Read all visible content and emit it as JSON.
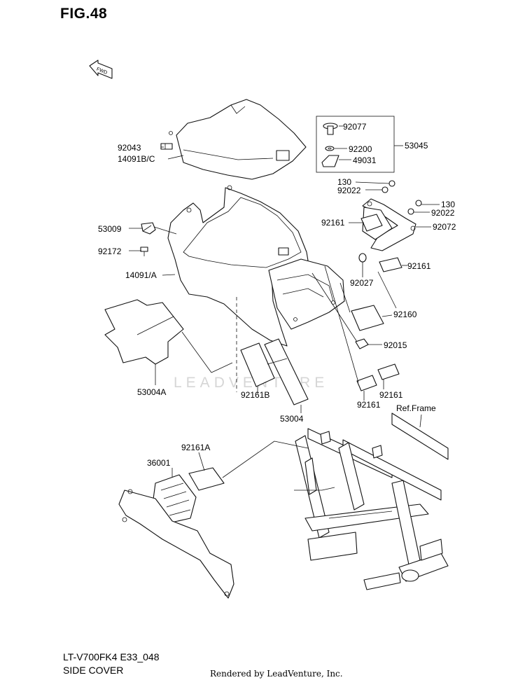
{
  "header": {
    "figure_title": "FIG.48"
  },
  "direction_marker": {
    "label": "FWD"
  },
  "watermark": {
    "text": "LEADVENTURE"
  },
  "callouts": {
    "p92043": "92043",
    "p14091bc": "14091B/C",
    "p92077": "92077",
    "p92200": "92200",
    "p49031": "49031",
    "p53045": "53045",
    "p130a": "130",
    "p92022a": "92022",
    "p130b": "130",
    "p92022b": "92022",
    "p53009": "53009",
    "p92161a": "92161",
    "p92072": "92072",
    "p92172": "92172",
    "p14091a": "14091/A",
    "p92161b": "92161",
    "p92027": "92027",
    "p92160": "92160",
    "p92015": "92015",
    "p53004a": "53004A",
    "p92161bb": "92161B",
    "p92161c": "92161",
    "p92161d": "92161",
    "p53004": "53004",
    "pref_frame": "Ref.Frame",
    "p92161aa": "92161A",
    "p36001": "36001"
  },
  "footer": {
    "model_code": "LT-V700FK4 E33_048",
    "section_name": "SIDE COVER",
    "rendered_by": "Rendered by LeadVenture, Inc."
  }
}
